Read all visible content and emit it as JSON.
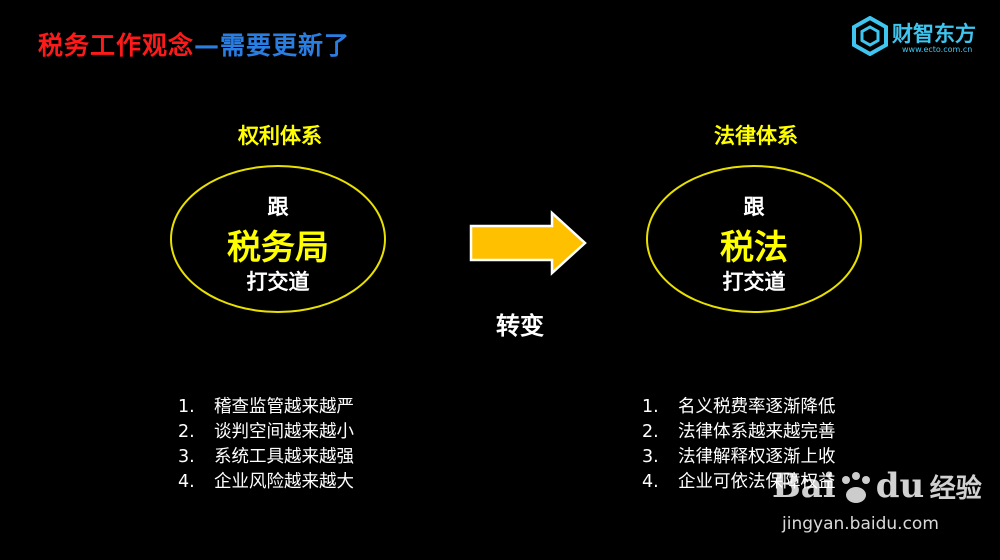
{
  "header": {
    "title_part1": "税务工作观念",
    "title_part2": "—需要更新了",
    "logo_brand": "财智东方",
    "logo_site": "www.ecto.com.cn"
  },
  "left": {
    "title": "权利体系",
    "line1": "跟",
    "line2": "税务局",
    "line3": "打交道",
    "items": [
      {
        "num": "1.",
        "text": "稽查监管越来越严"
      },
      {
        "num": "2.",
        "text": "谈判空间越来越小"
      },
      {
        "num": "3.",
        "text": "系统工具越来越强"
      },
      {
        "num": "4.",
        "text": "企业风险越来越大"
      }
    ]
  },
  "right": {
    "title": "法律体系",
    "line1": "跟",
    "line2": "税法",
    "line3": "打交道",
    "items": [
      {
        "num": "1.",
        "text": "名义税费率逐渐降低"
      },
      {
        "num": "2.",
        "text": "法律体系越来越完善"
      },
      {
        "num": "3.",
        "text": "法律解释权逐渐上收"
      },
      {
        "num": "4.",
        "text": "企业可依法保障权益"
      }
    ]
  },
  "middle": {
    "change_label": "转变"
  },
  "watermark": {
    "bai": "Bai",
    "du": "du",
    "jingyan": "经验",
    "url": "jingyan.baidu.com"
  },
  "colors": {
    "title_red": "#ff1a1a",
    "title_blue": "#2a7de1",
    "accent_yellow": "#ffff00",
    "arrow_fill": "#ffc000",
    "logo_cyan": "#3ec6f0"
  }
}
